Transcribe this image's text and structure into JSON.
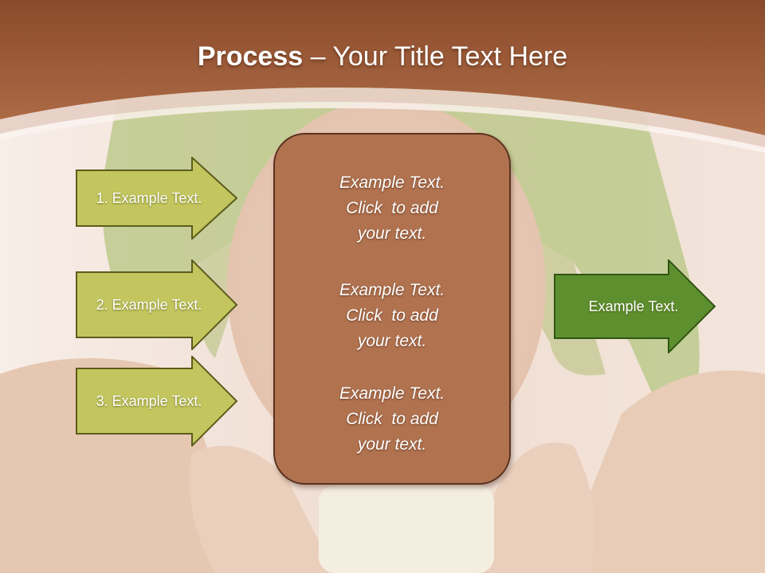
{
  "slide": {
    "title_strong": "Process",
    "title_rest": " – Your Title Text Here"
  },
  "left_arrows": [
    {
      "label": "1. Example Text."
    },
    {
      "label": "2. Example Text."
    },
    {
      "label": "3. Example Text."
    }
  ],
  "center_blocks": [
    {
      "line1": "Example Text.",
      "line2": "Click  to add",
      "line3": "your text."
    },
    {
      "line1": "Example Text.",
      "line2": "Click  to add",
      "line3": "your text."
    },
    {
      "line1": "Example Text.",
      "line2": "Click  to add",
      "line3": "your text."
    }
  ],
  "right_arrow": {
    "label": "Example Text."
  },
  "colors": {
    "header_brown": "#9e5a36",
    "center_box": "#b0724f",
    "left_arrow_fill": "#c3c65e",
    "left_arrow_border": "#5c5c1c",
    "right_arrow_fill": "#5e8f2e",
    "right_arrow_border": "#2f5514"
  }
}
